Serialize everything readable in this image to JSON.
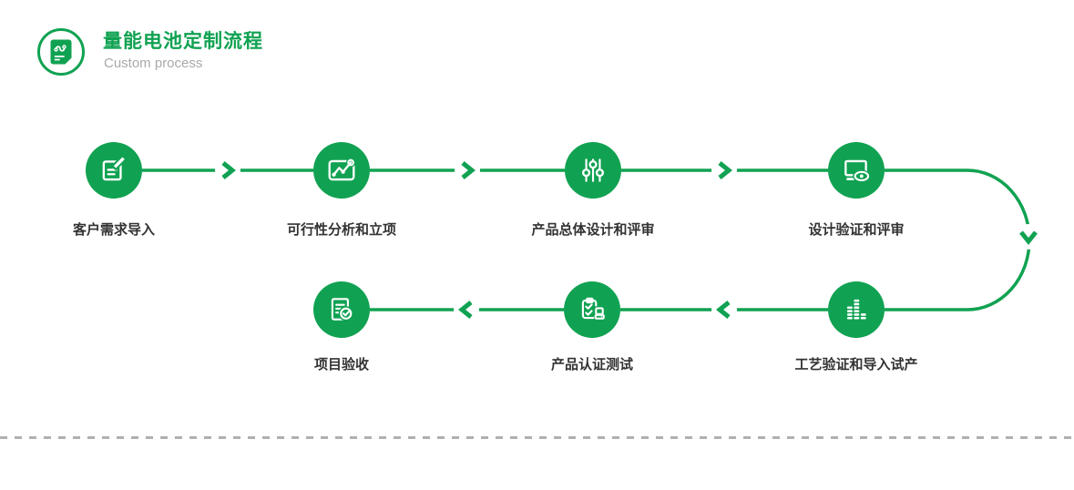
{
  "header": {
    "title": "量能电池定制流程",
    "subtitle": "Custom process",
    "logo_icon": "flow-document-icon"
  },
  "steps": [
    {
      "label": "客户需求导入",
      "icon": "edit-document-icon"
    },
    {
      "label": "可行性分析和立项",
      "icon": "line-chart-icon"
    },
    {
      "label": "产品总体设计和评审",
      "icon": "sliders-icon"
    },
    {
      "label": "设计验证和评审",
      "icon": "monitor-eye-icon"
    },
    {
      "label": "工艺验证和导入试产",
      "icon": "equalizer-bars-icon"
    },
    {
      "label": "产品认证测试",
      "icon": "certification-checklist-icon"
    },
    {
      "label": "项目验收",
      "icon": "document-check-icon"
    }
  ],
  "flow_arrows": [
    "right",
    "right",
    "right",
    "down",
    "left",
    "left"
  ],
  "colors": {
    "accent_green": "#10A252",
    "label_text": "#333333",
    "subtitle_text": "#A9A9A9",
    "dashed_line": "#B0B0B0",
    "icon_stroke": "#FFFFFF",
    "background": "#FFFFFF"
  }
}
